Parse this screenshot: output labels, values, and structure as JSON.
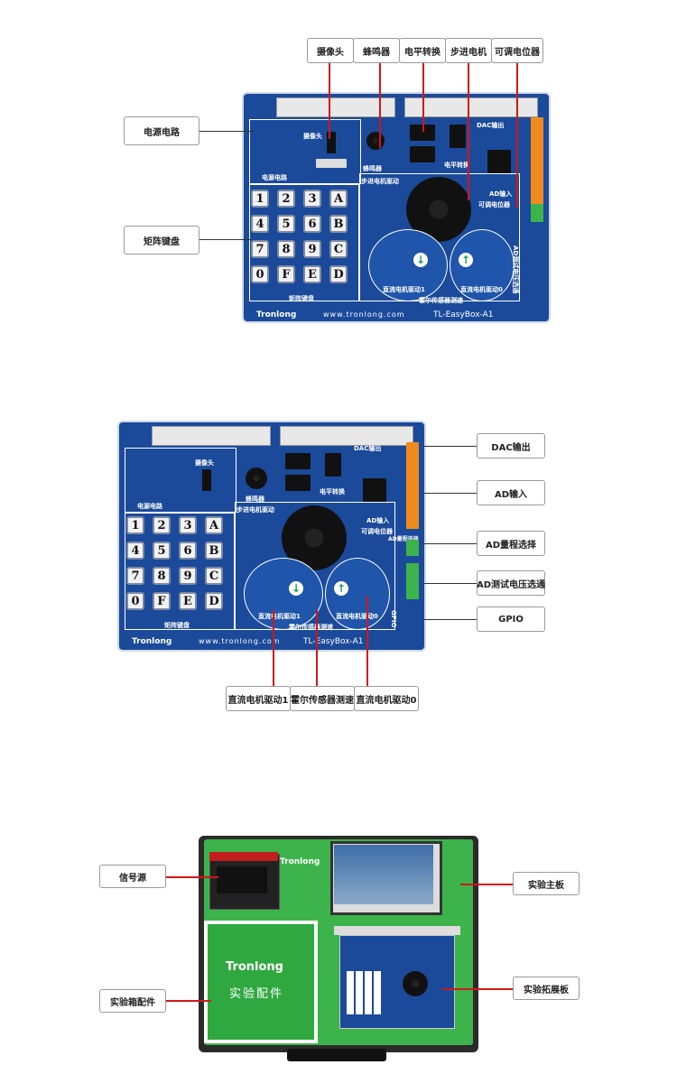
{
  "section1": {
    "top_callouts": [
      "摄像头",
      "蜂鸣器",
      "电平转换",
      "步进电机",
      "可调电位器"
    ],
    "left_callouts": [
      "电源电路",
      "矩阵键盘"
    ],
    "board_labels": {
      "camera": "摄像头",
      "buzzer": "蜂鸣器",
      "power": "电源电路",
      "level": "电平转换",
      "stepper": "步进电机驱动",
      "dac": "DAC输出",
      "ad_in": "AD输入",
      "pot": "可调电位器",
      "ad_range": "AD量程选择",
      "ad_test": "AD测试电压选通",
      "gpio": "GPIO",
      "keypad": "矩阵键盘",
      "dc1": "直流电机驱动1",
      "dc0": "直流电机驱动0",
      "hall": "霍尔传感器测速",
      "brand": "Tronlong",
      "url": "www.tronlong.com",
      "model": "TL-EasyBox-A1"
    },
    "keys": [
      "1",
      "2",
      "3",
      "A",
      "4",
      "5",
      "6",
      "B",
      "7",
      "8",
      "9",
      "C",
      "0",
      "F",
      "E",
      "D"
    ]
  },
  "section2": {
    "right_callouts": [
      "DAC输出",
      "AD输入",
      "AD量程选择",
      "AD测试电压选通",
      "GPIO"
    ],
    "bottom_callouts": [
      "直流电机驱动1",
      "霍尔传感器测速",
      "直流电机驱动0"
    ]
  },
  "section3": {
    "left_callouts": [
      "信号源",
      "实验箱配件"
    ],
    "right_callouts": [
      "实验主板",
      "实验拓展板"
    ],
    "brand": "Tronlong",
    "accessory_text": "实验配件"
  },
  "colors": {
    "board": "#1b4a9a",
    "leader": "#d31616",
    "accent_green": "#3db34b"
  }
}
